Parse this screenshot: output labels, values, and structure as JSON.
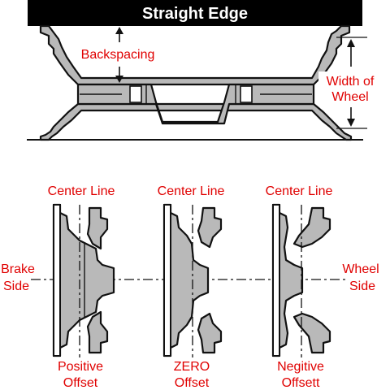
{
  "top_diagram": {
    "header": "Straight Edge",
    "backspacing_label": "Backspacing",
    "width_label_line1": "Width of",
    "width_label_line2": "Wheel"
  },
  "bottom_diagram": {
    "brake_side_line1": "Brake",
    "brake_side_line2": "Side",
    "wheel_side_line1": "Wheel",
    "wheel_side_line2": "Side",
    "wheels": [
      {
        "top_label": "Center Line",
        "bottom_line1": "Positive",
        "bottom_line2": "Offset"
      },
      {
        "top_label": "Center Line",
        "bottom_line1": "ZERO",
        "bottom_line2": "Offset"
      },
      {
        "top_label": "Center Line",
        "bottom_line1": "Negitive",
        "bottom_line2": "Offsett"
      }
    ]
  },
  "colors": {
    "label": "#e00000",
    "header_bg": "#000000",
    "header_text": "#ffffff",
    "wheel_fill": "#b9b9b9"
  }
}
